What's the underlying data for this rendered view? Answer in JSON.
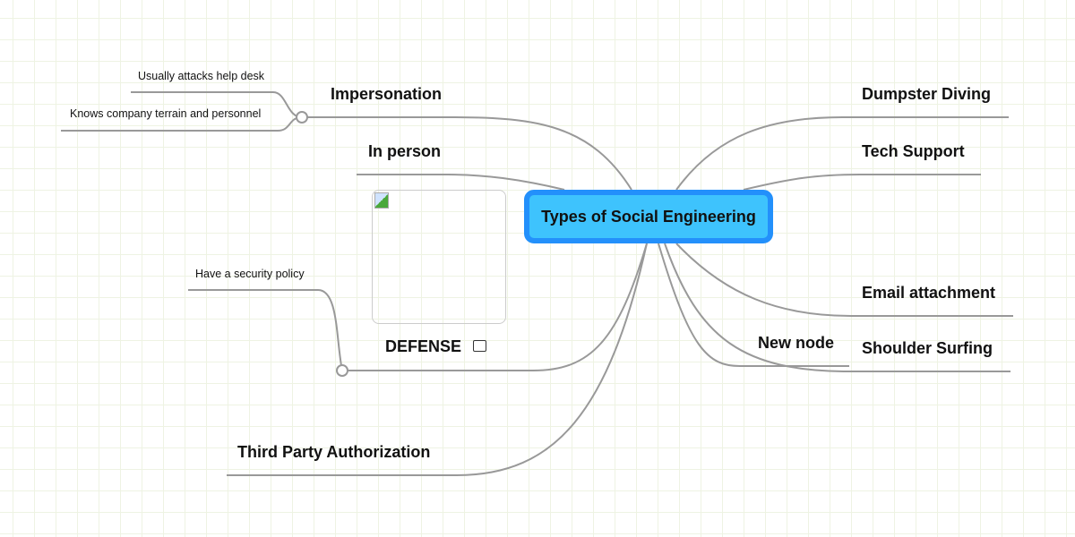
{
  "central": {
    "label": "Types of Social Engineering",
    "border_color": "#2390fb",
    "fill_color": "#3ec3fd"
  },
  "left": {
    "impersonation": {
      "label": "Impersonation",
      "children": [
        "Usually attacks help desk",
        "Knows company terrain and personnel"
      ]
    },
    "in_person": {
      "label": "In person"
    },
    "defense": {
      "label": "DEFENSE",
      "children": [
        "Have a security policy"
      ]
    },
    "third_party": {
      "label": "Third Party Authorization"
    }
  },
  "right": {
    "dumpster": {
      "label": "Dumpster Diving"
    },
    "tech": {
      "label": "Tech Support"
    },
    "email": {
      "label": "Email attachment"
    },
    "new_node": {
      "label": "New node"
    },
    "shoulder": {
      "label": "Shoulder Surfing"
    }
  }
}
